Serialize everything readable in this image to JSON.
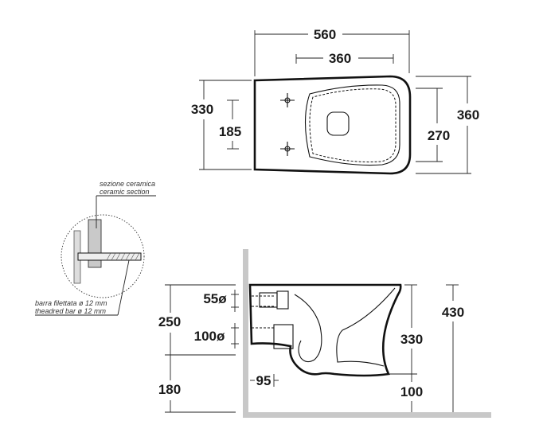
{
  "top_view": {
    "width_total": "560",
    "width_mount": "360",
    "depth_left": "330",
    "hole_spacing": "185",
    "depth_right_outer": "360",
    "depth_right_inner": "270"
  },
  "detail": {
    "section_it": "sezione ceramica",
    "section_en": "ceramic section",
    "bar_it": "barra filettata ø 12 mm",
    "bar_en": "theadred bar ø 12 mm"
  },
  "side_view": {
    "height_upper": "250",
    "height_lower": "180",
    "inlet_diameter": "55ø",
    "outlet_diameter": "100ø",
    "outlet_offset": "95",
    "height_total": "430",
    "height_bowl": "330",
    "height_base": "100"
  },
  "colors": {
    "line": "#111111",
    "wall": "#c8c8c8"
  }
}
